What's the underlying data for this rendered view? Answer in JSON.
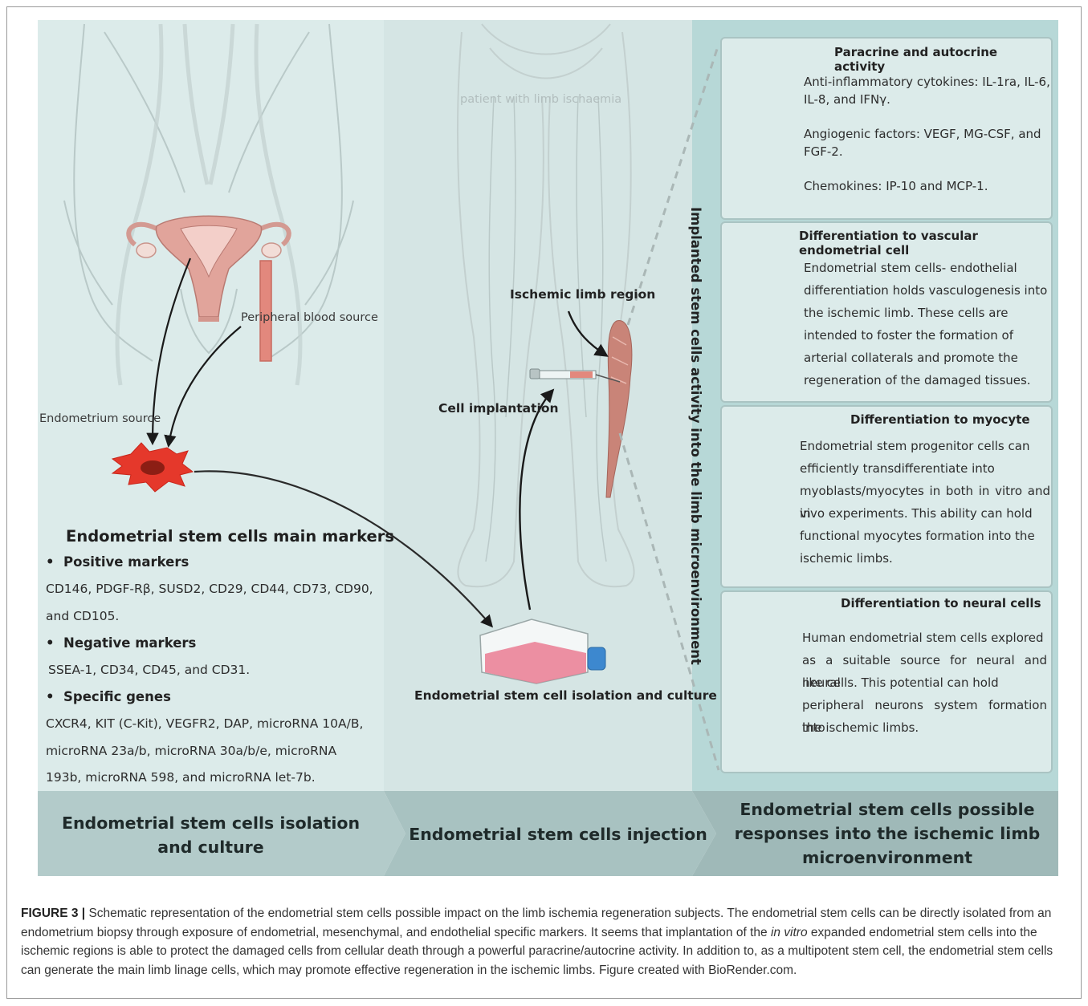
{
  "left_panel": {
    "peripheral_blood_source": "Peripheral blood source",
    "endometrium_source": "Endometrium source",
    "markers_title": "Endometrial stem cells main markers",
    "positive_heading": "Positive markers",
    "positive_line1": "CD146, PDGF-Rβ, SUSD2, CD29, CD44, CD73, CD90,",
    "positive_line2": "and CD105.",
    "negative_heading": "Negative markers",
    "negative_line1": "SSEA-1, CD34, CD45, and CD31.",
    "genes_heading": "Specific genes",
    "genes_line1": "CXCR4, KIT (C-Kit), VEGFR2, DAP, microRNA 10A/B,",
    "genes_line2": "microRNA 23a/b, microRNA 30a/b/e, microRNA",
    "genes_line3": "193b, microRNA 598, and microRNA let-7b."
  },
  "middle_panel": {
    "patient_label": "patient with limb ischaemia",
    "ischemic_region": "Ischemic limb region",
    "cell_implantation": "Cell implantation",
    "isolation_culture": "Endometrial stem cell isolation and culture"
  },
  "right_panel": {
    "vertical_label": "Implanted stem cells activity into the limb microenvironment",
    "cards": [
      {
        "title": "Paracrine and autocrine activity",
        "lines": [
          "Anti-inflammatory cytokines: IL-1ra, IL-6,",
          "IL-8, and IFNγ.",
          "Angiogenic factors: VEGF, MG-CSF, and",
          "FGF-2.",
          "Chemokines: IP-10 and MCP-1."
        ]
      },
      {
        "title": "Differentiation to vascular endometrial cell",
        "lines": [
          "Endometrial stem cells- endothelial",
          "differentiation holds vasculogenesis into",
          "the ischemic limb. These cells are",
          "intended to foster the formation of",
          "arterial collaterals and promote the",
          "regeneration of the damaged tissues."
        ]
      },
      {
        "title": "Differentiation to myocyte",
        "lines": [
          "Endometrial stem progenitor cells can",
          "efficiently transdifferentiate into",
          "myoblasts/myocytes in both in vitro and in",
          "vivo experiments. This ability can hold",
          "functional myocytes formation into the",
          "ischemic limbs."
        ]
      },
      {
        "title": "Differentiation to neural cells",
        "lines": [
          "Human endometrial stem cells explored",
          "as a suitable source for neural and neural",
          "like cells. This potential can hold",
          "peripheral neurons system formation into",
          "the ischemic limbs."
        ]
      }
    ]
  },
  "footer": {
    "step1": "Endometrial stem cells isolation and culture",
    "step2": "Endometrial stem cells injection",
    "step3": "Endometrial stem cells possible responses into the ischemic limb microenvironment"
  },
  "caption": {
    "label": "FIGURE 3 |",
    "part1": " Schematic representation of the endometrial stem cells possible impact on the limb ischemia regeneration subjects. The endometrial stem cells can be directly isolated from an endometrium biopsy through exposure of endometrial, mesenchymal, and endothelial specific markers. It seems that implantation of the ",
    "italic": "in vitro",
    "part2": " expanded endometrial stem cells into the ischemic regions is able to protect the damaged cells from cellular death through a powerful paracrine/autocrine activity. In addition to, as a multipotent stem cell, the endometrial stem cells can generate the main limb linage cells, which may promote effective regeneration in the ischemic limbs. Figure created with BioRender.com."
  },
  "colors": {
    "panel_left": "#dcebea",
    "panel_middle": "#d5e5e4",
    "panel_right": "#b7d8d7",
    "footer": "#a9c3c2",
    "cell_red": "#e5382b",
    "muscle": "#c97b6b"
  }
}
